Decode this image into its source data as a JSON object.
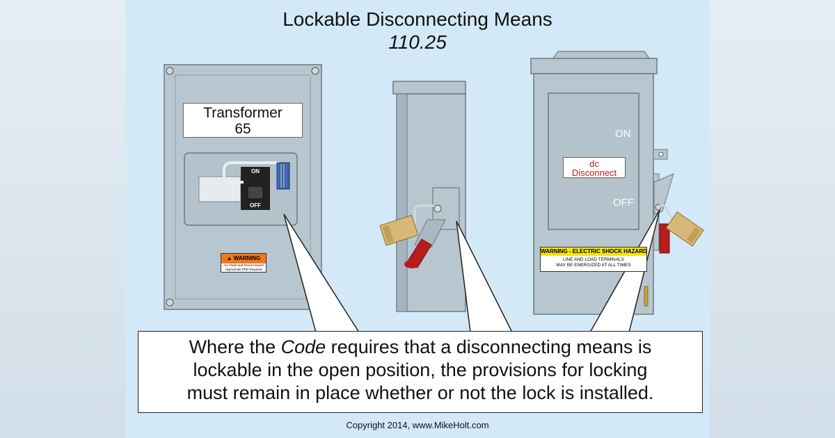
{
  "title": "Lockable Disconnecting Means",
  "subtitle": "110.25",
  "transformer_label": {
    "line1": "Transformer",
    "line2": "65"
  },
  "small_switch": {
    "on_label": "ON",
    "off_label": "OFF"
  },
  "arc_flash_label": {
    "heading": "WARNING",
    "line1": "Arc Flash and Shock Hazard",
    "line2": "Appropriate PPE Required"
  },
  "dc_disconnect": {
    "label_line1": "dc",
    "label_line2": "Disconnect",
    "on_label": "ON",
    "off_label": "OFF"
  },
  "shock_label": {
    "heading": "WARNING - ELECTRIC SHOCK HAZARD",
    "line1": "LINE AND LOAD TERMINALS",
    "line2": "MAY BE ENERGIZED AT ALL TIMES"
  },
  "callout": {
    "line1_before": "Where the ",
    "line1_italic": "Code",
    "line1_after": " requires that a disconnecting means is",
    "line2": "lockable in the open position, the provisions for locking",
    "line3": "must remain in place whether or not the lock is installed."
  },
  "copyright": "Copyright 2014, www.MikeHolt.com",
  "colors": {
    "background": "#d3e9f7",
    "enclosure": "#b8c6cf",
    "padlock_brass": "#d8b878",
    "handle_red": "#b81c1c",
    "warning_orange": "#f07a1a",
    "warning_yellow": "#f5e312"
  }
}
